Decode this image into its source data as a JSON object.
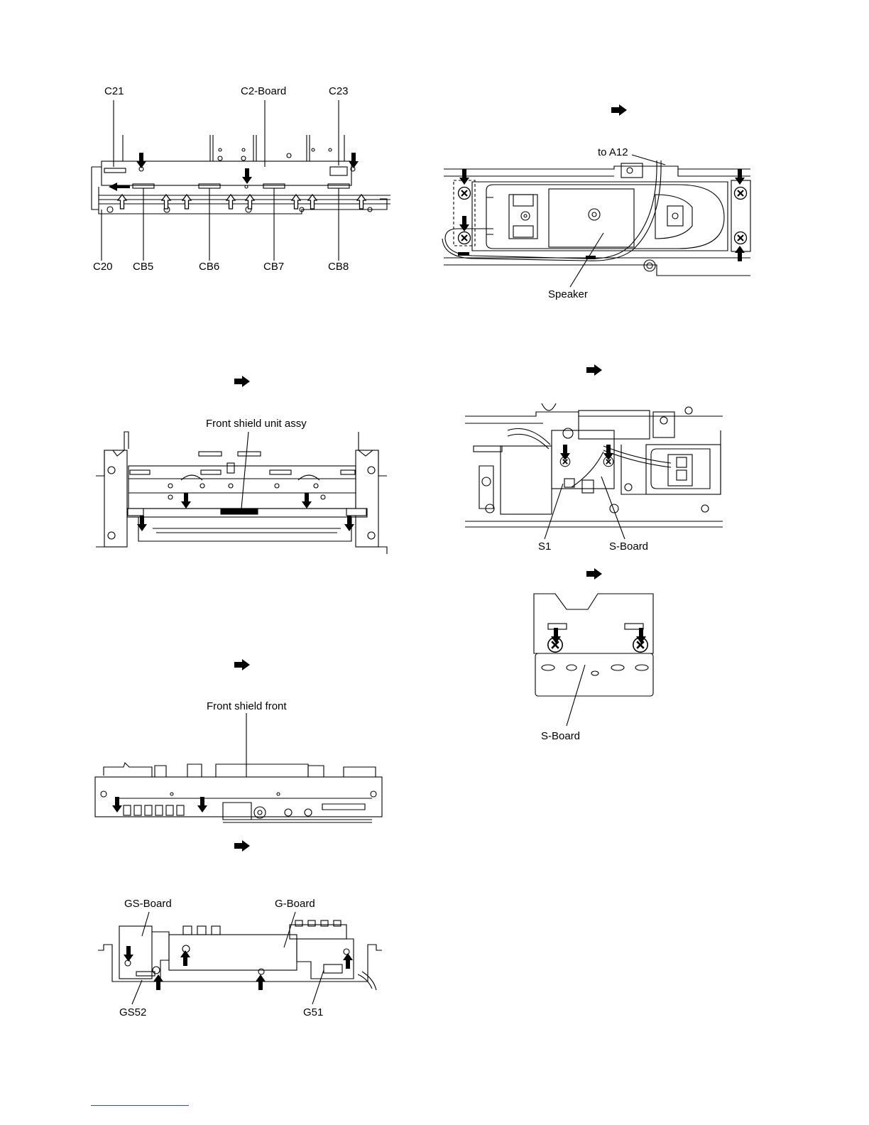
{
  "figure1": {
    "labels": {
      "c21": "C21",
      "c2_board": "C2-Board",
      "c23": "C23",
      "c20": "C20",
      "cb5": "CB5",
      "cb6": "CB6",
      "cb7": "CB7",
      "cb8": "CB8"
    }
  },
  "figure2": {
    "labels": {
      "assy": "Front shield unit assy"
    }
  },
  "figure3": {
    "labels": {
      "front": "Front shield front"
    }
  },
  "figure4": {
    "labels": {
      "gs_board": "GS-Board",
      "g_board": "G-Board",
      "gs52": "GS52",
      "g51": "G51"
    }
  },
  "figure5": {
    "labels": {
      "to_a12": "to A12",
      "speaker": "Speaker"
    }
  },
  "figure6": {
    "labels": {
      "s1": "S1",
      "s_board": "S-Board"
    }
  },
  "figure7": {
    "labels": {
      "s_board": "S-Board"
    }
  },
  "icons": {
    "step_arrow": "right-arrow-icon",
    "screw_arrow": "down-arrow-icon"
  }
}
